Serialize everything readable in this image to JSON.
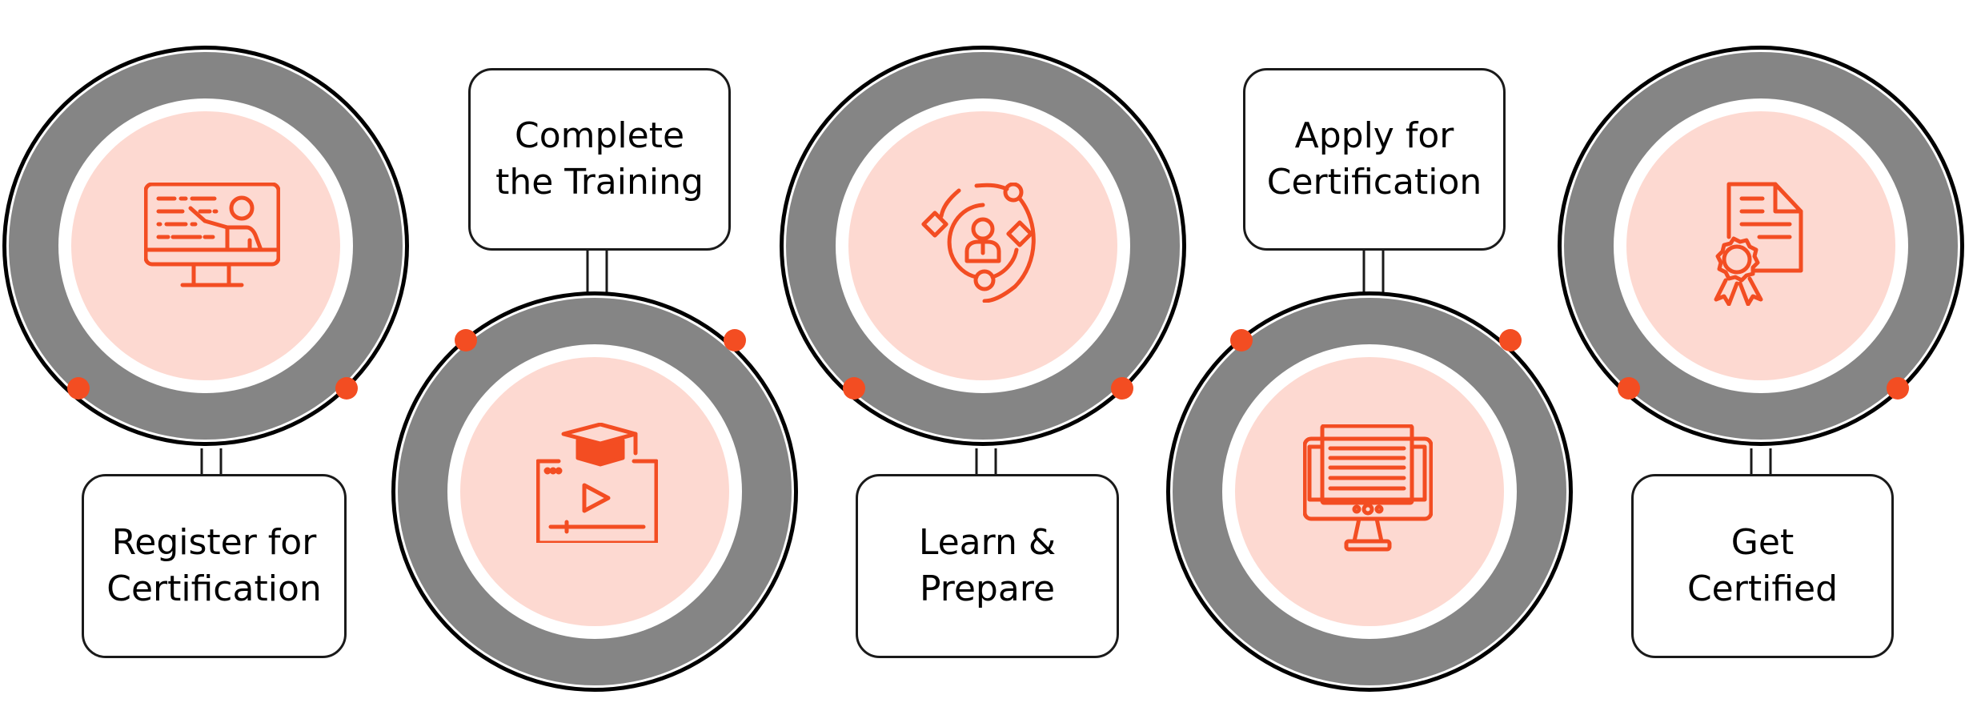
{
  "title": "Certification Process Steps",
  "colors": {
    "accent": "#f34d22",
    "icon_bg": "#fdd9d1",
    "ring": "#858585",
    "outline": "#000000"
  },
  "steps": [
    {
      "order": 1,
      "label_line1": "Register for",
      "label_line2": "Certification",
      "icon": "online-teaching-monitor-icon",
      "label_position": "below"
    },
    {
      "order": 2,
      "label_line1": "Complete",
      "label_line2": "the Training",
      "icon": "video-course-graduation-cap-icon",
      "label_position": "above"
    },
    {
      "order": 3,
      "label_line1": "Learn &",
      "label_line2": "Prepare",
      "icon": "person-learning-cycle-icon",
      "label_position": "below"
    },
    {
      "order": 4,
      "label_line1": "Apply for",
      "label_line2": "Certification",
      "icon": "online-application-monitor-icon",
      "label_position": "above"
    },
    {
      "order": 5,
      "label_line1": "Get",
      "label_line2": "Certified",
      "icon": "certificate-award-icon",
      "label_position": "below"
    }
  ]
}
